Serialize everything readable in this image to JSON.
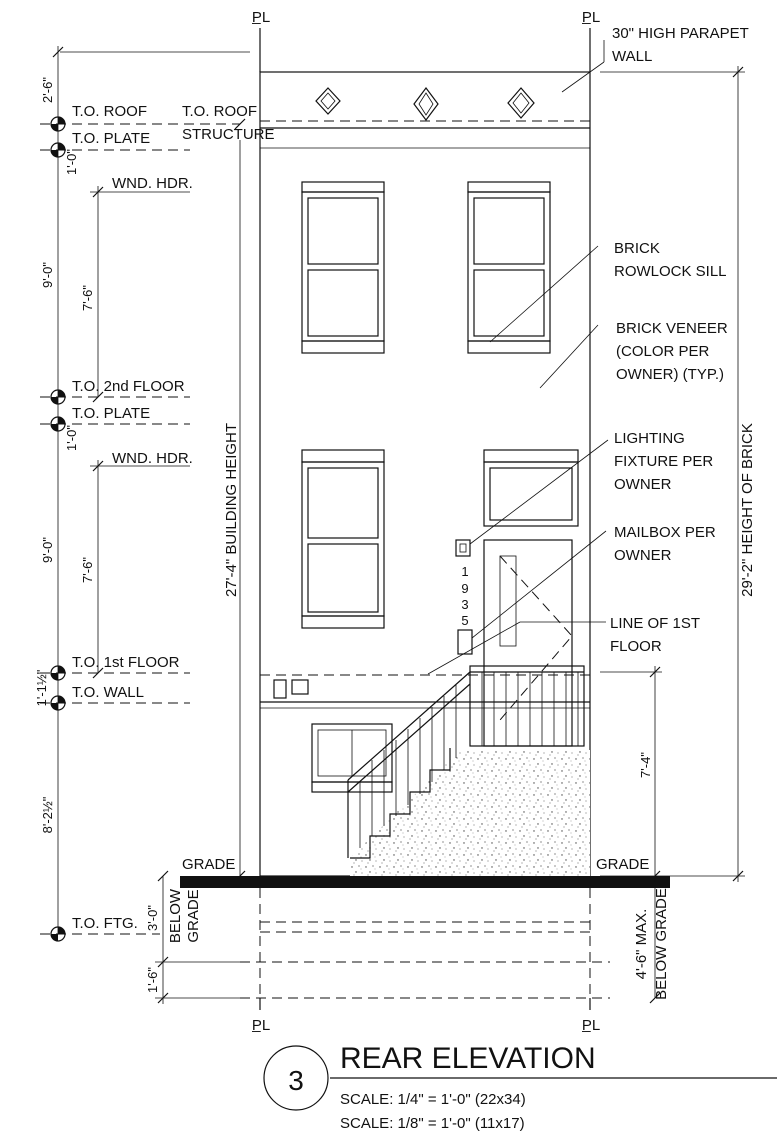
{
  "centerline_marks": {
    "left_top": "P̲L",
    "right_top": "P̲L",
    "left_bottom": "P̲L",
    "right_bottom": "P̲L"
  },
  "levels": {
    "to_roof": "T.O. ROOF",
    "to_plate_upper": "T.O. PLATE",
    "wnd_hdr_upper": "WND. HDR.",
    "to_2nd_floor": "T.O. 2nd FLOOR",
    "to_plate_lower": "T.O. PLATE",
    "wnd_hdr_lower": "WND. HDR.",
    "to_1st_floor": "T.O. 1st FLOOR",
    "to_wall": "T.O. WALL",
    "to_ftg": "T.O. FTG.",
    "grade_left": "GRADE",
    "grade_right": "GRADE",
    "roof_structure_line1": "T.O. ROOF",
    "roof_structure_line2": "STRUCTURE"
  },
  "dimensions": {
    "parapet": "2'-6\"",
    "plate_upper": "1'-0\"",
    "floor_upper": "9'-0\"",
    "window_upper": "7'-6\"",
    "plate_lower": "1'-0\"",
    "floor_lower": "9'-0\"",
    "window_lower": "7'-6\"",
    "wall_offset": "1'-1½\"",
    "basement": "8'-2½\"",
    "below_grade": "3'-0\"",
    "footing": "1'-6\"",
    "building_height": "27'-4\" BUILDING HEIGHT",
    "brick_height": "29'-2\" HEIGHT OF BRICK",
    "stair_height": "7'-4\"",
    "below_grade_label_1": "BELOW",
    "below_grade_label_2": "GRADE",
    "max_below_1": "4'-6\" MAX.",
    "max_below_2": "BELOW GRADE"
  },
  "notes": {
    "parapet_1": "30\" HIGH PARAPET",
    "parapet_2": "WALL",
    "sill_1": "BRICK",
    "sill_2": "ROWLOCK SILL",
    "veneer_1": "BRICK VENEER",
    "veneer_2": "(COLOR PER",
    "veneer_3": "OWNER) (TYP.)",
    "light_1": "LIGHTING",
    "light_2": "FIXTURE PER",
    "light_3": "OWNER",
    "mail_1": "MAILBOX PER",
    "mail_2": "OWNER",
    "floorline_1": "LINE OF 1ST",
    "floorline_2": "FLOOR"
  },
  "house_number": [
    "1",
    "9",
    "3",
    "5"
  ],
  "title_block": {
    "number": "3",
    "title": "REAR ELEVATION",
    "scale_1": "SCALE: 1/4\" = 1'-0\" (22x34)",
    "scale_2": "SCALE: 1/8\" = 1'-0\" (11x17)"
  }
}
